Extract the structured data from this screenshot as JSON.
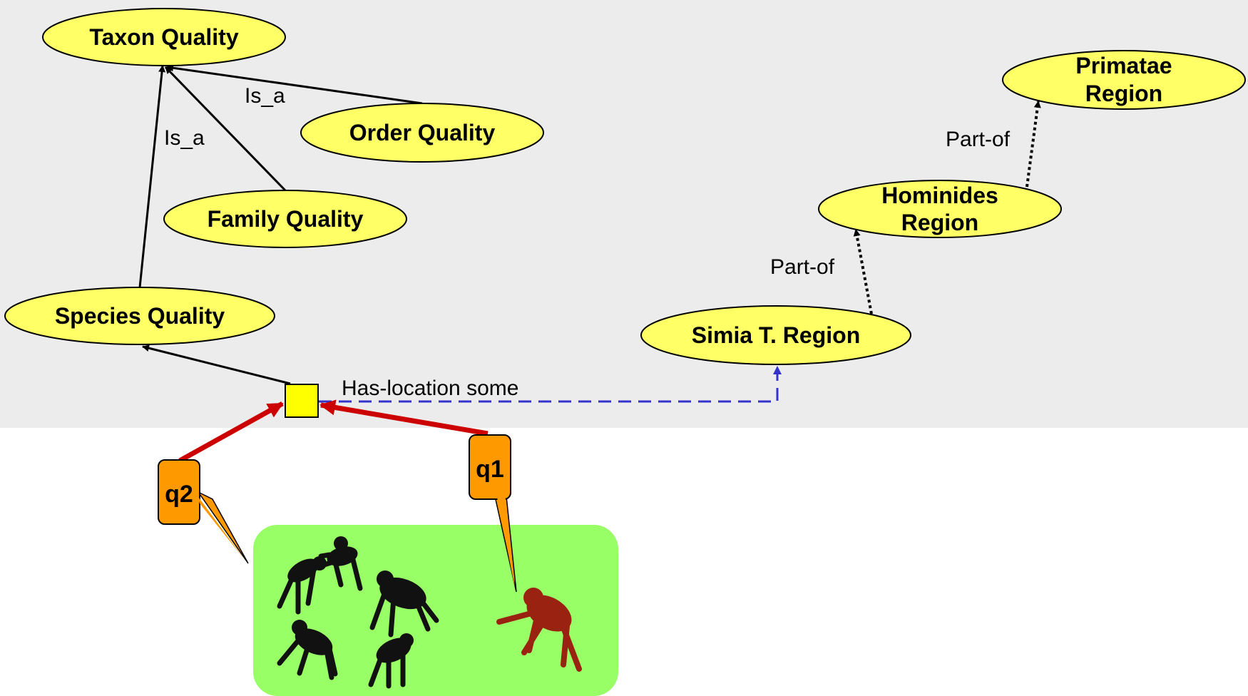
{
  "nodes": {
    "taxon_quality": "Taxon Quality",
    "order_quality": "Order Quality",
    "family_quality": "Family Quality",
    "species_quality": "Species Quality",
    "primatae_region_line1": "Primatae",
    "primatae_region_line2": "Region",
    "hominides_region_line1": "Hominides",
    "hominides_region_line2": "Region",
    "simia_region": "Simia T. Region"
  },
  "edges": {
    "is_a_order": "Is_a",
    "is_a_species": "Is_a",
    "part_of_upper": "Part-of",
    "part_of_lower": "Part-of",
    "has_location": "Has-location some"
  },
  "callouts": {
    "q1": "q1",
    "q2": "q2"
  },
  "colors": {
    "top_background": "#ececec",
    "node_fill": "#ffff66",
    "instance_fill": "#ffff00",
    "red_arrow": "#cc0000",
    "blue_dashed": "#3333cc",
    "callout_fill": "#ff9900",
    "group_fill": "#99ff66",
    "ape_black": "#111111",
    "ape_red": "#992211"
  }
}
